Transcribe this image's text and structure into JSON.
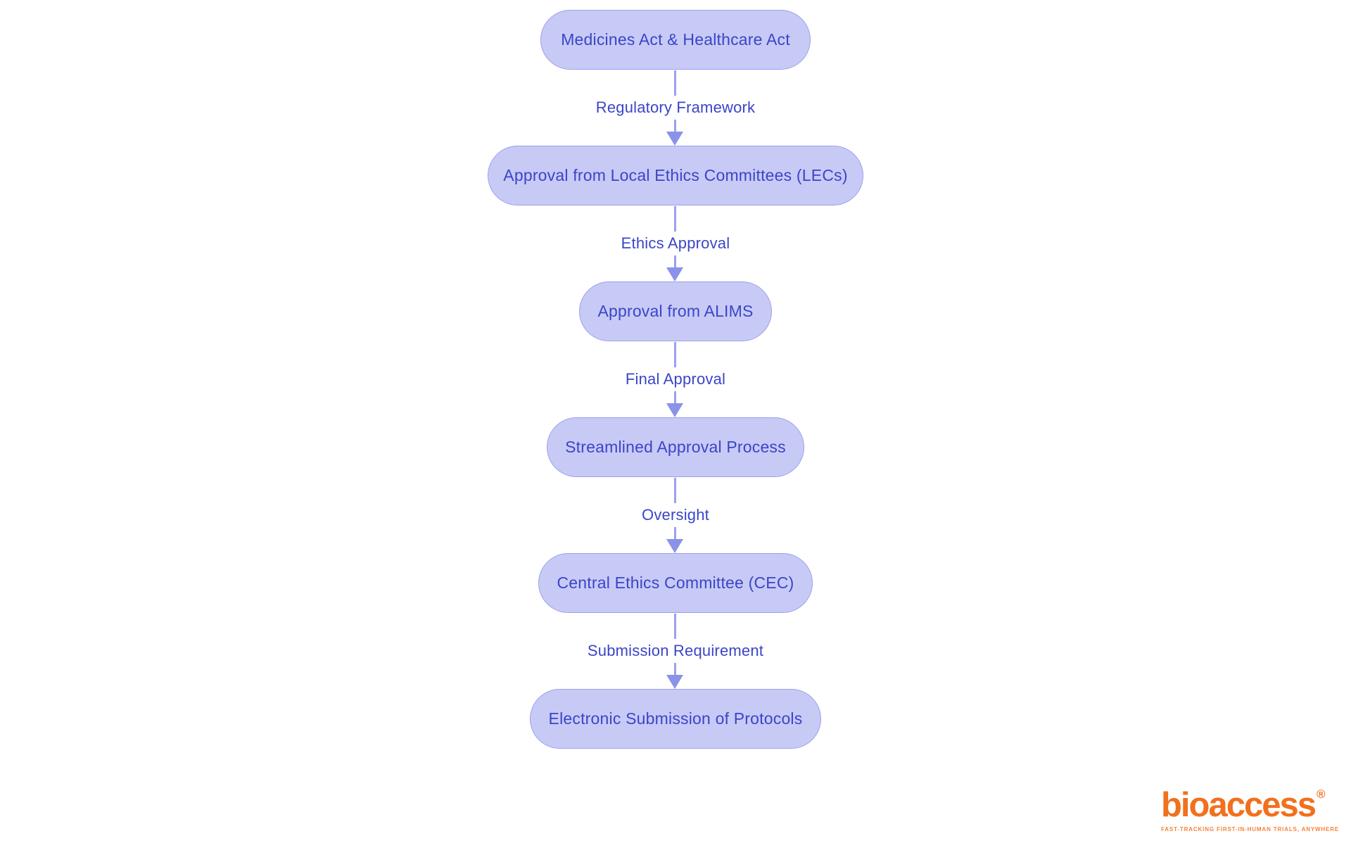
{
  "flowchart": {
    "nodes": [
      {
        "id": "medicines-act",
        "label": "Medicines Act & Healthcare Act"
      },
      {
        "id": "lec-approval",
        "label": "Approval from Local Ethics Committees (LECs)"
      },
      {
        "id": "alims-approval",
        "label": "Approval from ALIMS"
      },
      {
        "id": "streamlined-process",
        "label": "Streamlined Approval Process"
      },
      {
        "id": "central-ethics-committee",
        "label": "Central Ethics Committee (CEC)"
      },
      {
        "id": "electronic-submission",
        "label": "Electronic Submission of Protocols"
      }
    ],
    "edges": [
      {
        "label": "Regulatory Framework"
      },
      {
        "label": "Ethics Approval"
      },
      {
        "label": "Final Approval"
      },
      {
        "label": "Oversight"
      },
      {
        "label": "Submission Requirement"
      }
    ],
    "colors": {
      "node_fill": "#C8CAF6",
      "node_border": "#9AA0EE",
      "node_text": "#3A45C8",
      "edge_line": "#9AA1EE",
      "edge_arrow": "#8A92E9",
      "edge_label_text": "#3A45C8"
    }
  },
  "logo": {
    "brand": "bioaccess",
    "registered_mark": "®",
    "tagline": "FAST-TRACKING FIRST-IN-HUMAN TRIALS, ANYWHERE",
    "brand_color": "#F2701D",
    "tagline_color": "#F5823B"
  },
  "background_color": "#FFFFFF"
}
